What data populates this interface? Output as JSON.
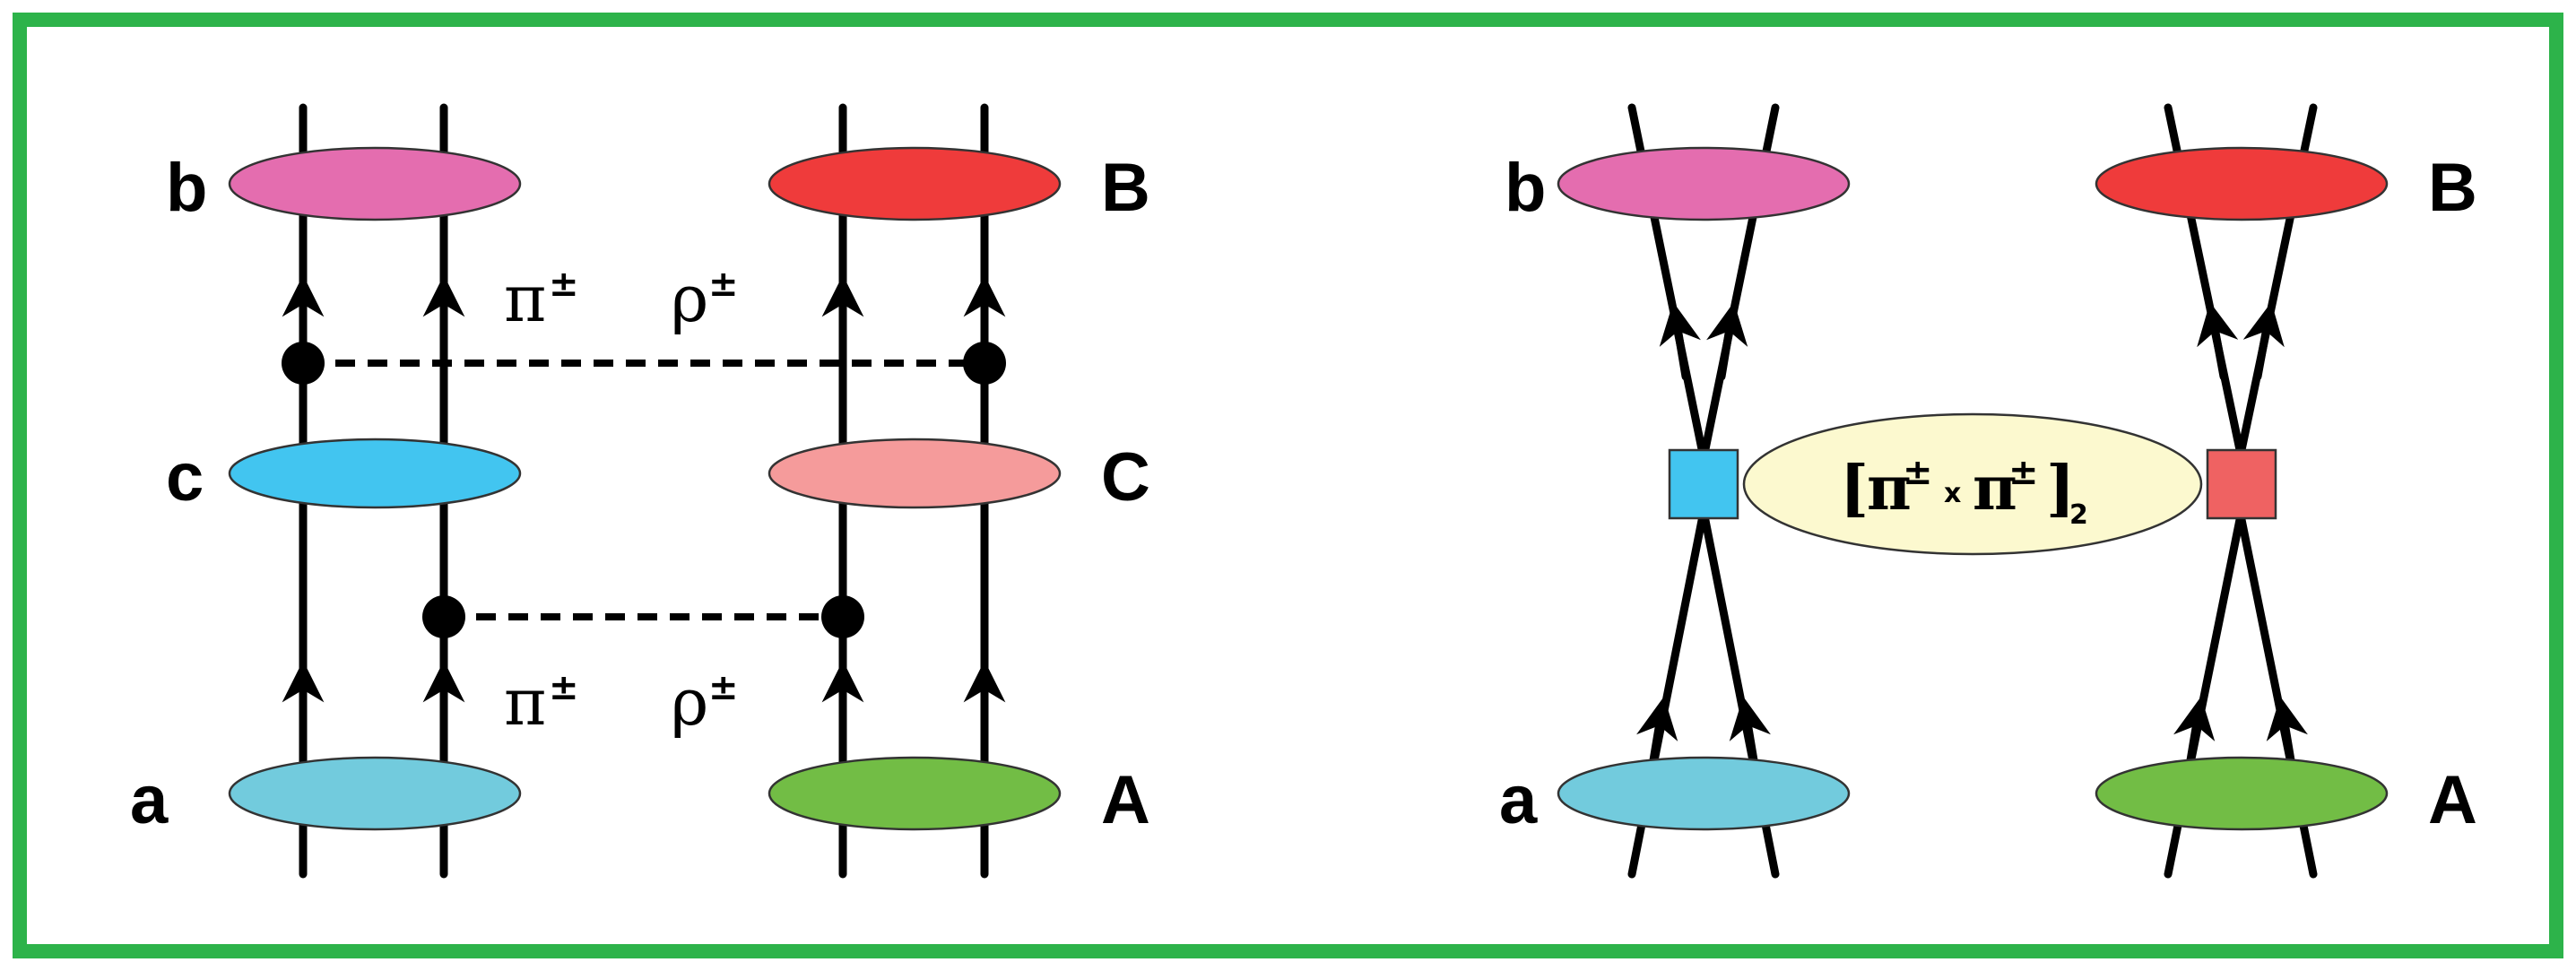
{
  "colors": {
    "frame": "#2db34a",
    "b": "#e46daf",
    "B": "#ef3b3b",
    "c": "#42c5f0",
    "C": "#f59b9b",
    "a": "#72cbdd",
    "A": "#72bd45",
    "vertex_left": "#42c5f0",
    "vertex_right": "#ef6262",
    "blob": "#fcf9cf"
  },
  "left": {
    "label_b": "b",
    "label_B": "B",
    "label_c": "c",
    "label_C": "C",
    "label_a": "a",
    "label_A": "A",
    "upper_pi": "π",
    "upper_pi_sup": "±",
    "upper_rho": "ρ",
    "upper_rho_sup": "±",
    "lower_pi": "π",
    "lower_pi_sup": "±",
    "lower_rho": "ρ",
    "lower_rho_sup": "±"
  },
  "right": {
    "label_b": "b",
    "label_B": "B",
    "label_a": "a",
    "label_A": "A",
    "blob_open": "[",
    "blob_pi1": "π",
    "blob_sup1": "±",
    "blob_x": "x",
    "blob_pi2": "π",
    "blob_sup2": "±",
    "blob_close": "]",
    "blob_sub": "2"
  }
}
